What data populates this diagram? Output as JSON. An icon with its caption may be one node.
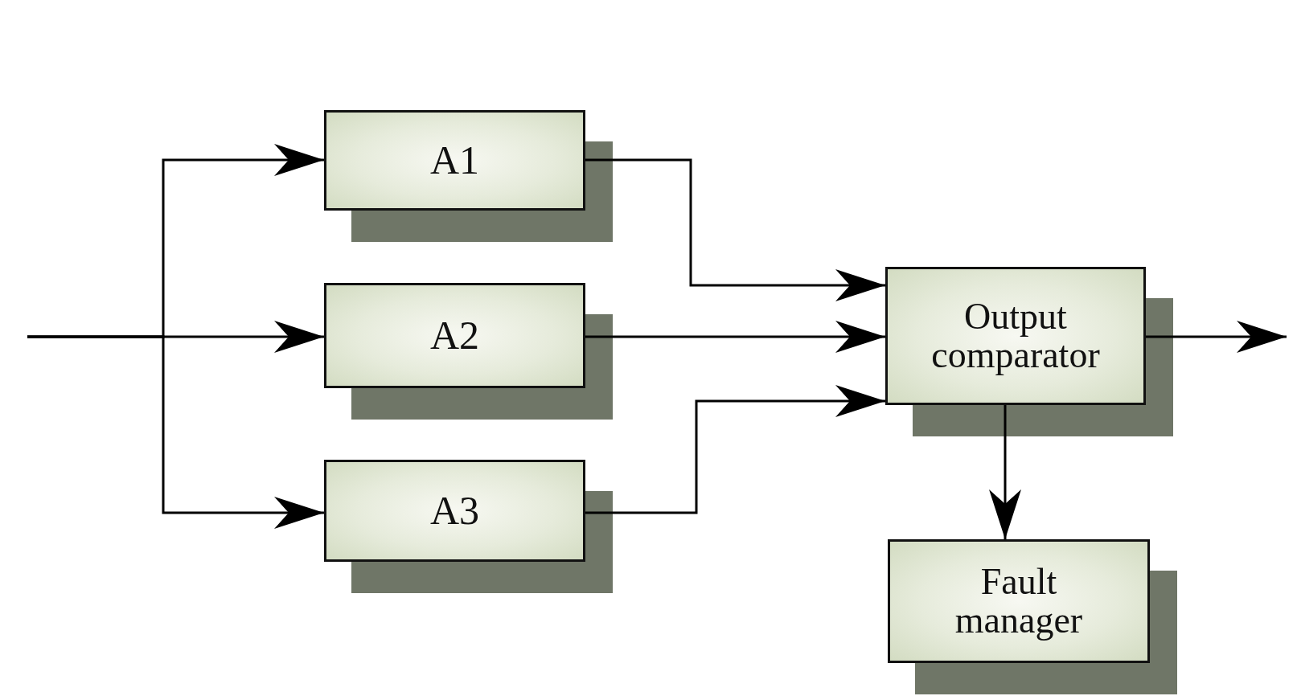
{
  "diagram": {
    "nodes": [
      {
        "text": [
          "A1"
        ]
      },
      {
        "text": [
          "A2"
        ]
      },
      {
        "text": [
          "A3"
        ]
      },
      {
        "text": [
          "Output comparator"
        ]
      },
      {
        "text": [
          "Fault manager"
        ]
      }
    ],
    "edges": [
      {
        "from": null,
        "to": 0,
        "arrow": "to"
      },
      {
        "from": null,
        "to": 1,
        "arrow": "to"
      },
      {
        "from": null,
        "to": 2,
        "arrow": "to"
      },
      {
        "from": 0,
        "to": 3,
        "arrow": "to"
      },
      {
        "from": 1,
        "to": 3,
        "arrow": "to"
      },
      {
        "from": 2,
        "to": 3,
        "arrow": "to"
      },
      {
        "from": 3,
        "to": null,
        "arrow": "to"
      },
      {
        "from": 3,
        "to": 4,
        "arrow": "to"
      }
    ]
  }
}
